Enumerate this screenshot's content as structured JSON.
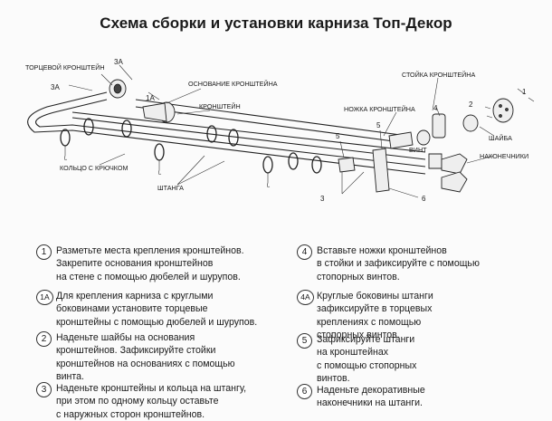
{
  "title": "Схема сборки и установки карниза Топ-Декор",
  "labels": {
    "end_bracket": "ТОРЦЕВОЙ КРОНШТЕЙН",
    "bracket_base": "ОСНОВАНИЕ КРОНШТЕЙНА",
    "bracket": "КРОНШТЕЙН",
    "ring_hook": "КОЛЬЦО С КРЮЧКОМ",
    "rod": "ШТАНГА",
    "bracket_stand": "СТОЙКА КРОНШТЕЙНА",
    "bracket_leg": "НОЖКА КРОНШТЕЙНА",
    "screw": "ВИНТ",
    "washer": "ШАЙБА",
    "finials": "НАКОНЕЧНИКИ"
  },
  "callouts": {
    "n3a_top": "3А",
    "n3a_left": "3А",
    "n1a": "1А",
    "n5_a": "5",
    "n5_b": "5",
    "n4": "4",
    "n2": "2",
    "n1": "1",
    "n6": "6",
    "n3": "3"
  },
  "steps_left": [
    {
      "num": "1",
      "text": "Разметьте  места  крепления кронштейнов.\nЗакрепите  основания кронштейнов\nна стене с помощью дюбелей  и шурупов."
    },
    {
      "num": "1А",
      "text": "Для крепления карниза с круглыми\nбоковинами установите торцевые\nкронштейны с помощью дюбелей и шурупов."
    },
    {
      "num": "2",
      "text": "Наденьте шайбы на основания\nкронштейнов. Зафиксируйте стойки\nкронштейнов на основаниях с помощью\nвинта."
    },
    {
      "num": "3",
      "text": "Наденьте кронштейны и кольца на штангу,\nпри  этом по одному кольцу   оставьте\nс   наружных сторон кронштейнов."
    }
  ],
  "steps_right": [
    {
      "num": "4",
      "text": "Вставьте ножки кронштейнов\nв стойки и зафиксируйте с помощью\nстопорных винтов."
    },
    {
      "num": "4А",
      "text": "Круглые боковины штанги\nзафиксируйте в торцевых\nкреплениях с помощью\nстопорных винтов."
    },
    {
      "num": "5",
      "text": "Зафиксируйте штанги\nна  кронштейнах\nс помощью стопорных\nвинтов."
    },
    {
      "num": "6",
      "text": "Наденьте декоративные\nнаконечники на штанги."
    }
  ]
}
